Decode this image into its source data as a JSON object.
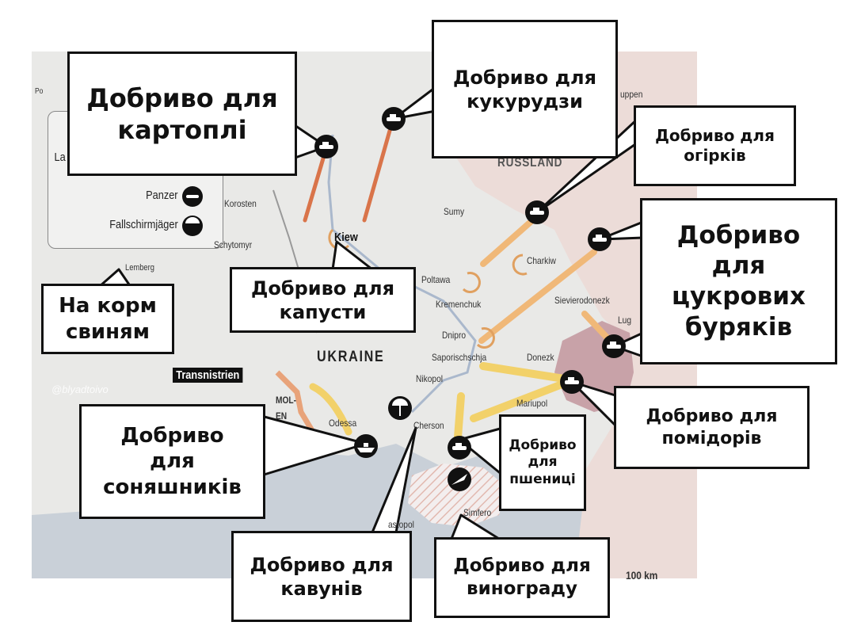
{
  "legend": {
    "partial_label": "La",
    "items": [
      {
        "label": "Panzer",
        "icon": "tank-icon"
      },
      {
        "label": "Fallschirmjäger",
        "icon": "parachute-icon"
      }
    ]
  },
  "edge_labels": {
    "left": "Po",
    "right": "uppen"
  },
  "country_labels": {
    "russia": "RUSSLAND",
    "ukraine": "UKRAINE",
    "transnistria": "Transnistrien",
    "moldova_partial": "MOL-",
    "moldova_partial2": "EN"
  },
  "cities": {
    "korosten": "Korosten",
    "schytomyr": "Schytomyr",
    "kiew": "Kiew",
    "lemberg": "Lemberg",
    "sumy": "Sumy",
    "charkiw": "Charkiw",
    "poltawa": "Poltawa",
    "kremenchuk": "Kremenchuk",
    "dnipro": "Dnipro",
    "saporischschja": "Saporischschja",
    "donezk": "Donezk",
    "sievierodonezk": "Sievierodonezk",
    "lug": "Lug",
    "nikopol": "Nikopol",
    "mariupol": "Mariupol",
    "odessa": "Odessa",
    "cherson": "Cherson",
    "sevastopol": "astopol",
    "simferopol": "Simfero"
  },
  "scale": "100 km",
  "watermark": "@blyadtoivo",
  "callouts": {
    "potato": [
      "Добриво для",
      "картоплі"
    ],
    "corn": [
      "Добриво для",
      "кукурудзи"
    ],
    "cucumber": [
      "Добриво для",
      "огірків"
    ],
    "sugarbeet": [
      "Добриво",
      "для",
      "цукрових",
      "буряків"
    ],
    "cabbage": [
      "Добриво для",
      "капусти"
    ],
    "pigs": [
      "На корм",
      "свиням"
    ],
    "sunflower": [
      "Добриво",
      "для",
      "соняшників"
    ],
    "wheat": [
      "Добриво",
      "для",
      "пшениці"
    ],
    "tomato": [
      "Добриво для",
      "помідорів"
    ],
    "watermelon": [
      "Добриво для",
      "кавунів"
    ],
    "grape": [
      "Добриво для",
      "винограду"
    ]
  },
  "colors": {
    "land": "#e9e9e7",
    "russia": "#ecdcd8",
    "sea": "#c9d0d8",
    "donbas": "#c8a2a8",
    "arrow_north": "#d9744a",
    "arrow_east": "#f0b878",
    "arrow_south": "#f2d16a"
  }
}
